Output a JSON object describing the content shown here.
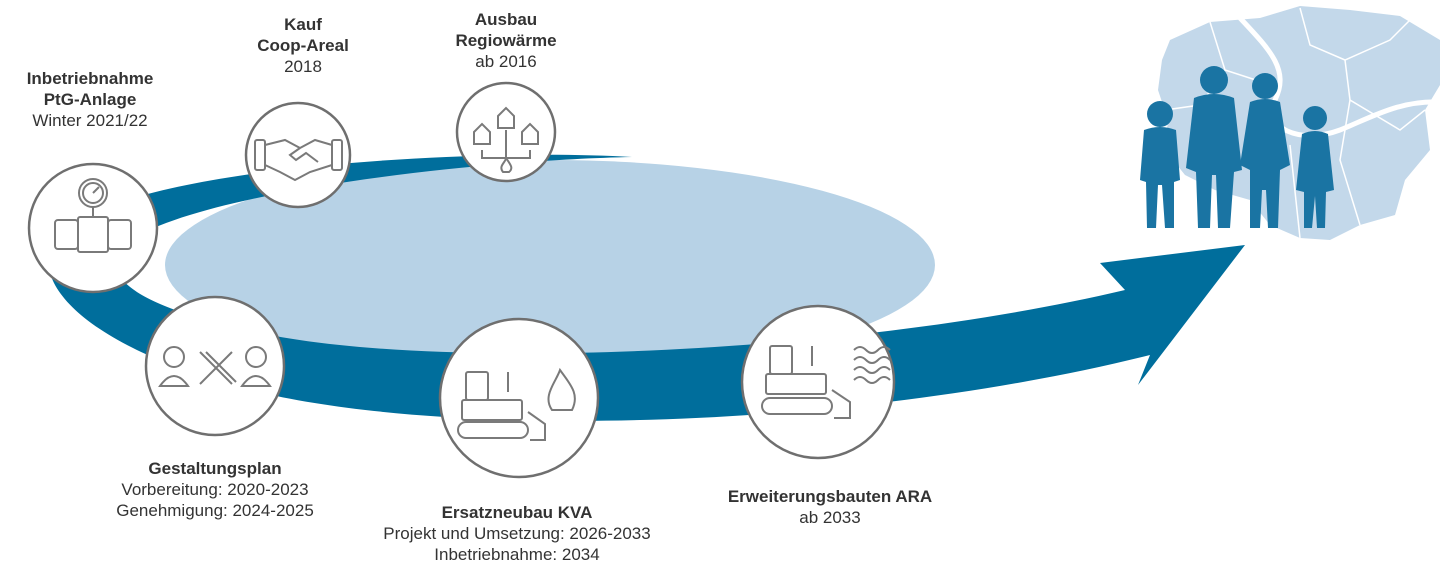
{
  "colors": {
    "arrow": "#006e9c",
    "arrow_dark": "#005a82",
    "oval_fill": "#b7d2e6",
    "circle_stroke": "#6f6f6f",
    "icon_stroke": "#7a7a7a",
    "map": "#c3d8ea",
    "people": "#1a74a3"
  },
  "milestones": [
    {
      "id": "ptg",
      "icon": "pressure-gauge-pipe-icon",
      "title_lines": [
        "Inbetriebnahme",
        "PtG-Anlage"
      ],
      "sub_lines": [
        "Winter 2021/22"
      ]
    },
    {
      "id": "kauf",
      "icon": "handshake-icon",
      "title_lines": [
        "Kauf",
        "Coop-Areal"
      ],
      "sub_lines": [
        "2018"
      ]
    },
    {
      "id": "regio",
      "icon": "houses-heat-network-icon",
      "title_lines": [
        "Ausbau",
        "Regiowärme"
      ],
      "sub_lines": [
        "ab 2016"
      ]
    },
    {
      "id": "gestalt",
      "icon": "people-planning-icon",
      "title_lines": [
        "Gestaltungsplan"
      ],
      "sub_lines": [
        "Vorbereitung: 2020-2023",
        "Genehmigung: 2024-2025"
      ]
    },
    {
      "id": "kva",
      "icon": "bulldozer-fire-icon",
      "title_lines": [
        "Ersatzneubau KVA"
      ],
      "sub_lines": [
        "Projekt und Umsetzung: 2026-2033",
        "Inbetriebnahme: 2034"
      ]
    },
    {
      "id": "ara",
      "icon": "bulldozer-water-icon",
      "title_lines": [
        "Erweiterungsbauten ARA"
      ],
      "sub_lines": [
        "ab 2033"
      ]
    }
  ],
  "illustration": {
    "icon": "family-city-map-icon"
  }
}
